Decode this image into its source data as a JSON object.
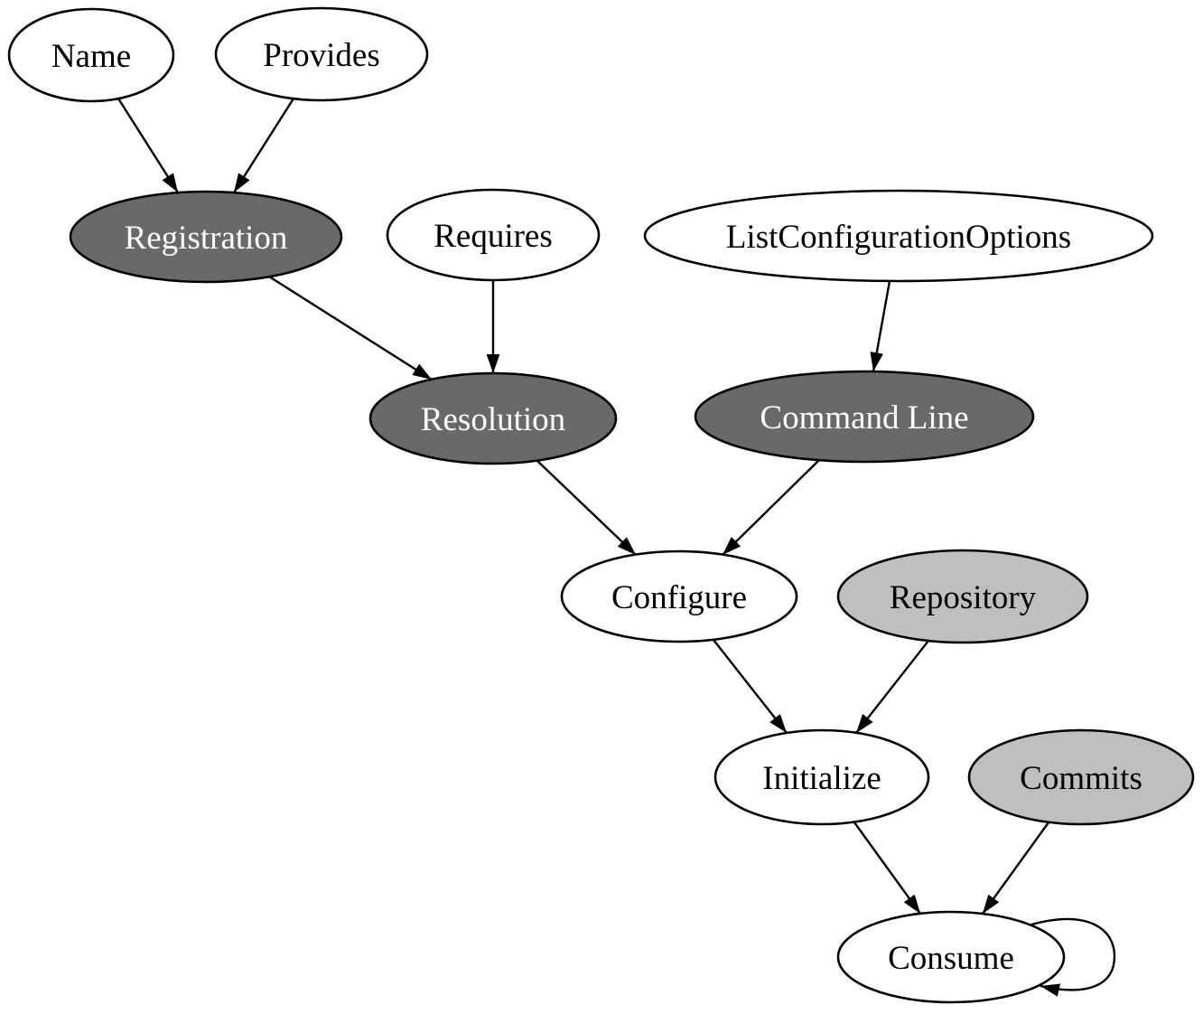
{
  "diagram": {
    "type": "directed-graph",
    "background": "#ffffff",
    "colors": {
      "dark_fill": "#696969",
      "dark_text": "#ffffff",
      "light_fill": "#bfbfbf",
      "white_fill": "#ffffff",
      "black_text": "#000000",
      "stroke": "#000000",
      "edge": "#000000"
    },
    "nodes": [
      {
        "id": "name",
        "label": "Name",
        "style": "white"
      },
      {
        "id": "provides",
        "label": "Provides",
        "style": "white"
      },
      {
        "id": "registration",
        "label": "Registration",
        "style": "dark"
      },
      {
        "id": "requires",
        "label": "Requires",
        "style": "white"
      },
      {
        "id": "list-configuration-options",
        "label": "ListConfigurationOptions",
        "style": "white"
      },
      {
        "id": "resolution",
        "label": "Resolution",
        "style": "dark"
      },
      {
        "id": "command-line",
        "label": "Command Line",
        "style": "dark"
      },
      {
        "id": "configure",
        "label": "Configure",
        "style": "white"
      },
      {
        "id": "repository",
        "label": "Repository",
        "style": "light"
      },
      {
        "id": "initialize",
        "label": "Initialize",
        "style": "white"
      },
      {
        "id": "commits",
        "label": "Commits",
        "style": "light"
      },
      {
        "id": "consume",
        "label": "Consume",
        "style": "white"
      }
    ],
    "edges": [
      {
        "from": "Name",
        "to": "Registration"
      },
      {
        "from": "Provides",
        "to": "Registration"
      },
      {
        "from": "Registration",
        "to": "Resolution"
      },
      {
        "from": "Requires",
        "to": "Resolution"
      },
      {
        "from": "ListConfigurationOptions",
        "to": "Command Line"
      },
      {
        "from": "Resolution",
        "to": "Configure"
      },
      {
        "from": "Command Line",
        "to": "Configure"
      },
      {
        "from": "Configure",
        "to": "Initialize"
      },
      {
        "from": "Repository",
        "to": "Initialize"
      },
      {
        "from": "Initialize",
        "to": "Consume"
      },
      {
        "from": "Commits",
        "to": "Consume"
      },
      {
        "from": "Consume",
        "to": "Consume",
        "self_loop": true
      }
    ]
  }
}
